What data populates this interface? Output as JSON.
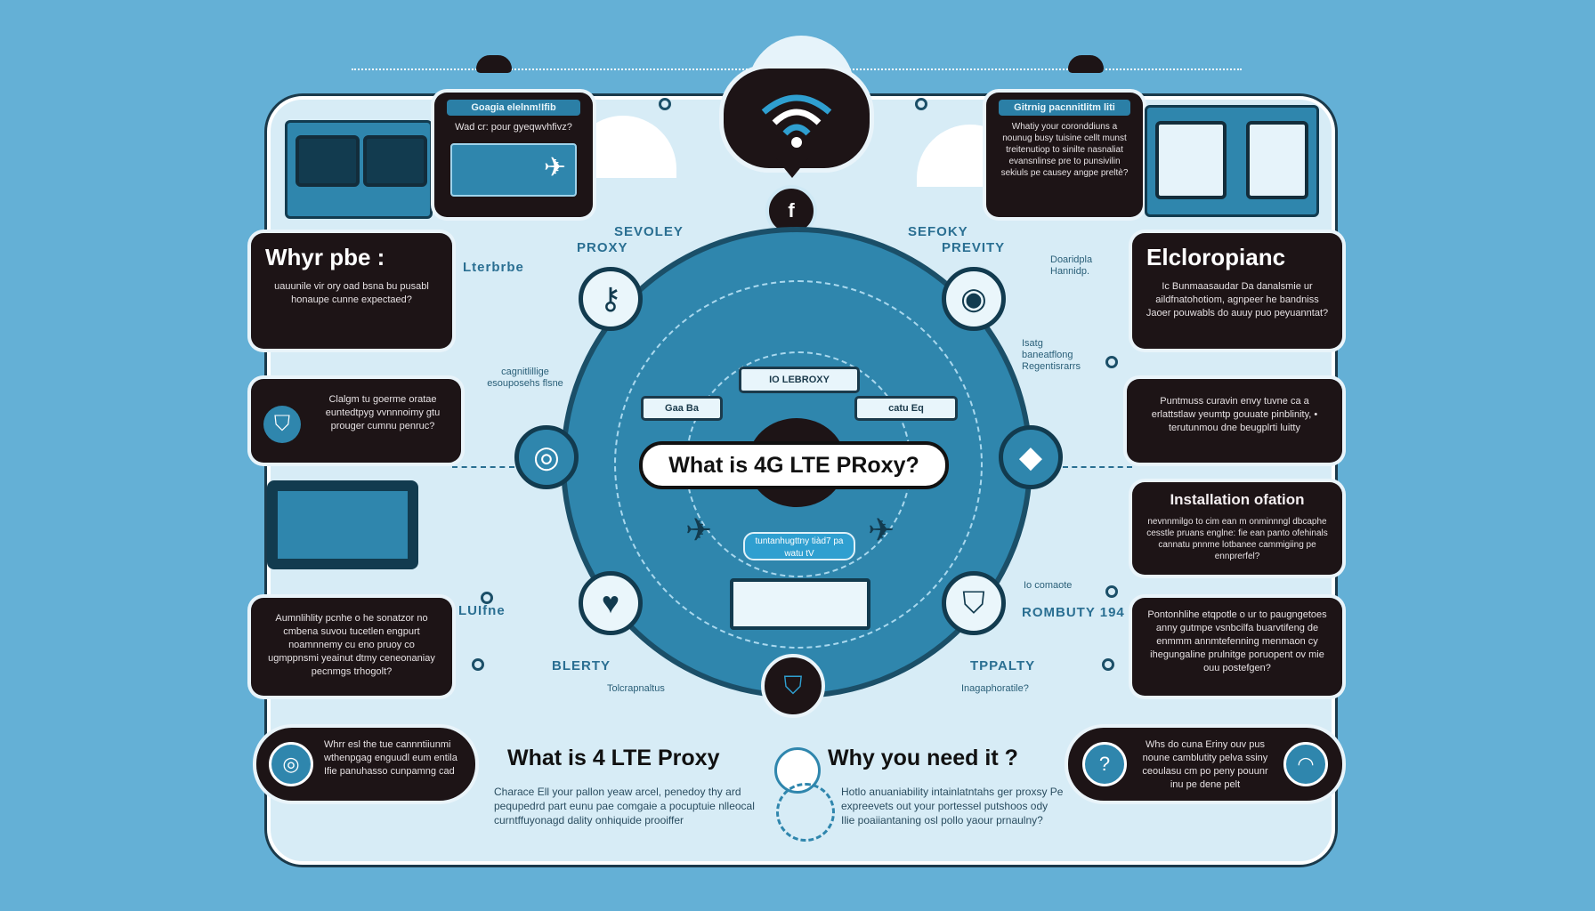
{
  "hero": {
    "title": "What is 4G LTE PRoxy?",
    "pin_label": "IO LEBROXY",
    "sub_bar": "tuntanhugttny tiàd7 pa watu tV",
    "tag_left": "Gaa Ba",
    "tag_right": "catu Eq"
  },
  "top_badge": {
    "icon": "wifi-icon",
    "mini": "f"
  },
  "section_labels": {
    "left_top": "SEVOLEY",
    "left_proxy": "PROXY",
    "right_top": "SEFOKY",
    "right_proxy": "PREVITY",
    "left_mid": "Lterbrbe",
    "left_low": "LUIfne",
    "left_bottom": "BLERTY",
    "right_low": "ROMBUTY 194",
    "right_bottom": "TPPALTY",
    "left_mid_note": "cagnitlillige esouposehs flsne",
    "right_mid_note": "Doaridpla Hannidp.",
    "right_mid_note2": "Isatg baneatflong Regentisrarrs",
    "right_low_note": "Io comaote",
    "bottom_right_note": "Inagaphoratile?",
    "bottom_left_note": "Tolcrapnaltus"
  },
  "cards": {
    "top_left": {
      "heading": "Goagia elelnm!Ifib",
      "body": "Wad cr: pour gyeqwvhfivz?"
    },
    "top_right": {
      "heading": "Gitrnig pacnnitlitm liti",
      "body": "Whatiy your coronddiuns a nounug busy tuisine cellt munst treitenutiop to sinilte nasnaliat evansnlinse pre to punsivilin sekiuls pe causey angpe preltè?"
    },
    "why": {
      "title": "Whyr pbe :",
      "body": "uauunile vir ory oad bsna bu pusabl honaupe cunne expectaed?"
    },
    "eloro": {
      "title": "Elcloropianc",
      "body": "Ic Bunmaasaudar Da danalsmie ur aildfnatohotiom, agnpeer he bandniss Jaoer pouwabls do auuy puo peyuanntat?"
    },
    "shield": {
      "body": "Clalgm tu goerme oratae euntedtpyg vvnnnoimy gtu prouger cumnu penruc?"
    },
    "right_mid": {
      "body": "Puntmuss curavin envy tuvne ca a erlattstlaw yeumtp gouuate pinblinity, • terutunmou dne beugplrti luitty"
    },
    "install": {
      "title": "Installation ofation",
      "body": "nevnnmilgo to cim ean m onminnngl dbcaphe cesstle pruans englne: fie ean panto ofehinals cannatu pnnme lotbanee cammigiing pe ennprerfel?"
    },
    "left_low": {
      "body": "Aumnlihlity pcnhe o he sonatzor no cmbena suvou tucetlen engpurt noamnnemy cu eno pruoy co ugmppnsmi yeainut dtmy ceneonaniay pecnmgs trhogolt?"
    },
    "right_low": {
      "body": "Pontonhlihe etqpotle o ur to paugngetoes anny gutmpe vsnbcilfa buarvtifeng de enmmm annmtefenning menmaon cy ihegungaline prulnitge poruopent ov mie ouu postefgen?"
    },
    "footer_left": {
      "body": "Whrr esl the tue cannntiiunmi wthenpgag enguudl eum entila Ifie panuhasso cunpamng cad"
    },
    "footer_right": {
      "body": "Whs do cuna Eriny ouv pus noune camblutity pelva ssiny ceoulasu cm po peny pouunr inu pe dene pelt"
    }
  },
  "footer": {
    "left_title": "What is 4 LTE Proxy",
    "right_title": "Why you need it ?",
    "left_body": "Charace Ell your pallon yeaw arcel, penedoy thy ard pequpedrd part eunu pae comgaie a pocuptuie nlleocal curntffuyonagd dality onhiquide prooiffer",
    "right_body": "Hotlo anuaniability intainlatntahs ger proxsy Pe expreevets out your portessel putshoos ody Ilie poaiiantaning osl pollo yaour prnaulny?"
  },
  "icons": [
    "wifi-icon",
    "eye-icon",
    "shield-icon",
    "heart-icon",
    "plane-icon",
    "laptop-icon",
    "question-icon",
    "fingerprint-icon",
    "globe-icon",
    "cloud-icon"
  ],
  "colors": {
    "background": "#64b0d6",
    "board": "#d7ecf6",
    "circle": "#2f86ad",
    "dark": "#1d1416"
  }
}
